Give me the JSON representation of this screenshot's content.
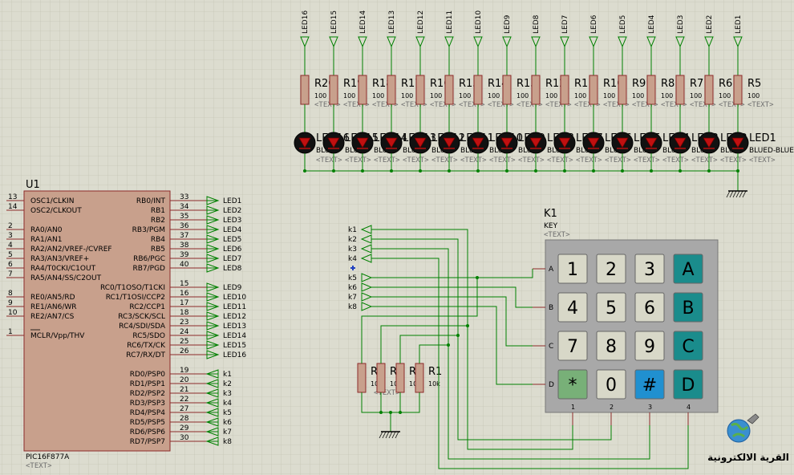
{
  "mcu": {
    "ref": "U1",
    "part": "PIC16F877A",
    "text": "<TEXT>",
    "left_pins": [
      {
        "num": "13",
        "name": "OSC1/CLKIN"
      },
      {
        "num": "14",
        "name": "OSC2/CLKOUT"
      },
      {
        "num": "2",
        "name": "RA0/AN0"
      },
      {
        "num": "3",
        "name": "RA1/AN1"
      },
      {
        "num": "4",
        "name": "RA2/AN2/VREF-/CVREF"
      },
      {
        "num": "5",
        "name": "RA3/AN3/VREF+"
      },
      {
        "num": "6",
        "name": "RA4/T0CKI/C1OUT"
      },
      {
        "num": "7",
        "name": "RA5/AN4/SS/C2OUT"
      },
      {
        "num": "8",
        "name": "RE0/AN5/RD"
      },
      {
        "num": "9",
        "name": "RE1/AN6/WR"
      },
      {
        "num": "10",
        "name": "RE2/AN7/CS"
      },
      {
        "num": "1",
        "name": "MCLR/Vpp/THV"
      }
    ],
    "right_pins": [
      {
        "num": "33",
        "name": "RB0/INT",
        "net": "LED1"
      },
      {
        "num": "34",
        "name": "RB1",
        "net": "LED2"
      },
      {
        "num": "35",
        "name": "RB2",
        "net": "LED3"
      },
      {
        "num": "36",
        "name": "RB3/PGM",
        "net": "LED4"
      },
      {
        "num": "37",
        "name": "RB4",
        "net": "LED5"
      },
      {
        "num": "38",
        "name": "RB5",
        "net": "LED6"
      },
      {
        "num": "39",
        "name": "RB6/PGC",
        "net": "LED7"
      },
      {
        "num": "40",
        "name": "RB7/PGD",
        "net": "LED8"
      },
      {
        "num": "15",
        "name": "RC0/T1OSO/T1CKI",
        "net": "LED9"
      },
      {
        "num": "16",
        "name": "RC1/T1OSI/CCP2",
        "net": "LED10"
      },
      {
        "num": "17",
        "name": "RC2/CCP1",
        "net": "LED11"
      },
      {
        "num": "18",
        "name": "RC3/SCK/SCL",
        "net": "LED12"
      },
      {
        "num": "23",
        "name": "RC4/SDI/SDA",
        "net": "LED13"
      },
      {
        "num": "24",
        "name": "RC5/SDO",
        "net": "LED14"
      },
      {
        "num": "25",
        "name": "RC6/TX/CK",
        "net": "LED15"
      },
      {
        "num": "26",
        "name": "RC7/RX/DT",
        "net": "LED16"
      },
      {
        "num": "19",
        "name": "RD0/PSP0",
        "net": "k1"
      },
      {
        "num": "20",
        "name": "RD1/PSP1",
        "net": "k2"
      },
      {
        "num": "21",
        "name": "RD2/PSP2",
        "net": "k3"
      },
      {
        "num": "22",
        "name": "RD3/PSP3",
        "net": "k4"
      },
      {
        "num": "27",
        "name": "RD4/PSP4",
        "net": "k5"
      },
      {
        "num": "28",
        "name": "RD5/PSP5",
        "net": "k6"
      },
      {
        "num": "29",
        "name": "RD6/PSP6",
        "net": "k7"
      },
      {
        "num": "30",
        "name": "RD7/PSP7",
        "net": "k8"
      }
    ]
  },
  "led_section": {
    "text": "<TEXT>",
    "res_value": "100",
    "led_type": "BLUE",
    "led_last_label": "LED1",
    "led_last_type": "BLUED-BLUE",
    "columns": [
      {
        "net": "LED16",
        "res": "R20",
        "led": "LED16"
      },
      {
        "net": "LED15",
        "res": "R19",
        "led": "LED15"
      },
      {
        "net": "LED14",
        "res": "R18",
        "led": "LED14"
      },
      {
        "net": "LED13",
        "res": "R17",
        "led": "LED13"
      },
      {
        "net": "LED12",
        "res": "R16",
        "led": "LED12"
      },
      {
        "net": "LED11",
        "res": "R15",
        "led": "LED11"
      },
      {
        "net": "LED10",
        "res": "R14",
        "led": "LED10"
      },
      {
        "net": "LED9",
        "res": "R13",
        "led": "LED9"
      },
      {
        "net": "LED8",
        "res": "R12",
        "led": "LED8"
      },
      {
        "net": "LED7",
        "res": "R11",
        "led": "LED7"
      },
      {
        "net": "LED6",
        "res": "R10",
        "led": "LED6"
      },
      {
        "net": "LED5",
        "res": "R9",
        "led": "LED5"
      },
      {
        "net": "LED4",
        "res": "R8",
        "led": "LED4"
      },
      {
        "net": "LED3",
        "res": "R7",
        "led": "LED3"
      },
      {
        "net": "LED2",
        "res": "R6",
        "led": "LED2"
      },
      {
        "net": "LED1",
        "res": "R5",
        "led": "LED1"
      }
    ]
  },
  "keypad": {
    "ref": "K1",
    "type": "KEY",
    "text": "<TEXT>",
    "row_labels": [
      "A",
      "B",
      "C",
      "D"
    ],
    "col_labels": [
      "1",
      "2",
      "3",
      "4"
    ],
    "keys": [
      [
        "1",
        "2",
        "3",
        "A"
      ],
      [
        "4",
        "5",
        "6",
        "B"
      ],
      [
        "7",
        "8",
        "9",
        "C"
      ],
      [
        "*",
        "0",
        "#",
        "D"
      ]
    ]
  },
  "pullups": {
    "value": "10k",
    "text": "<TEXT>",
    "labels": [
      "R4",
      "R3",
      "R2",
      "R1"
    ]
  },
  "terminals": [
    "k1",
    "k2",
    "k3",
    "k4",
    "k5",
    "k6",
    "k7",
    "k8"
  ],
  "logo": {
    "text": "القرية الالكترونية"
  },
  "colors": {
    "background": "#dcdccf",
    "grid": "#c6c6b6",
    "wire": "#008000",
    "body": "#c8a08c",
    "outline": "#8c2a2a",
    "key_face": "#d8d8c8",
    "key_letter": "#1a8c8c",
    "key_star": "#78b078",
    "key_hash": "#2090d0",
    "keypad_body": "#a8a8a8"
  }
}
